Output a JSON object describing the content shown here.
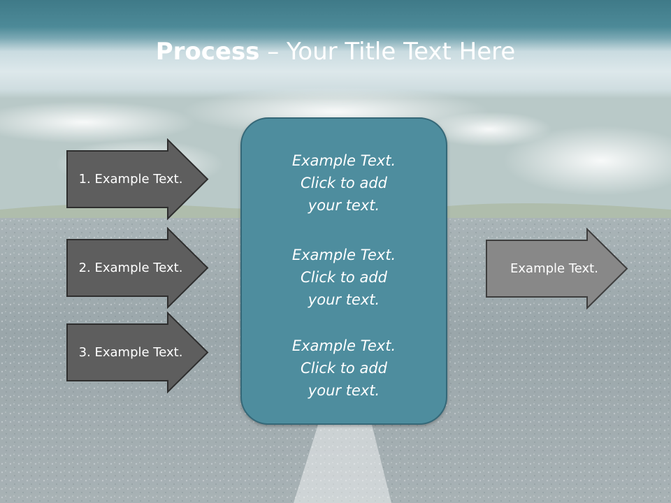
{
  "slide": {
    "title_strong": "Process",
    "title_rest": " – Your Title Text Here"
  },
  "inputs": [
    {
      "label": "1. Example Text."
    },
    {
      "label": "2. Example Text."
    },
    {
      "label": "3. Example Text."
    }
  ],
  "center_box": {
    "blocks": [
      {
        "lines": [
          "Example Text.",
          "Click  to add",
          "your text."
        ]
      },
      {
        "lines": [
          "Example Text.",
          "Click  to add",
          "your text."
        ]
      },
      {
        "lines": [
          "Example Text.",
          "Click  to add",
          "your text."
        ]
      }
    ]
  },
  "output": {
    "label": "Example Text."
  },
  "colors": {
    "dark_arrow": "#5e5e5e",
    "light_arrow": "#888888",
    "center_box": "#4e8d9e"
  }
}
